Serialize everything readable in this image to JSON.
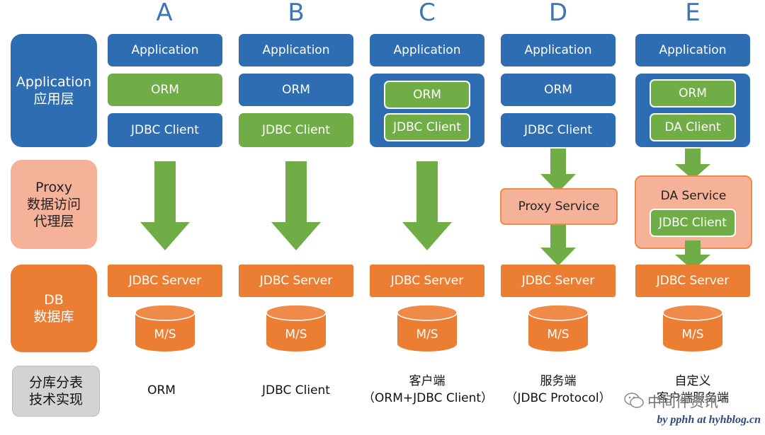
{
  "columns": [
    "A",
    "B",
    "C",
    "D",
    "E"
  ],
  "rows": {
    "application": {
      "line1": "Application",
      "line2": "应用层"
    },
    "proxy": {
      "line1": "Proxy",
      "line2": "数据访问",
      "line3": "代理层"
    },
    "db": {
      "line1": "DB",
      "line2": "数据库"
    },
    "impl": {
      "line1": "分库分表",
      "line2": "技术实现"
    }
  },
  "labels": {
    "application": "Application",
    "orm": "ORM",
    "jdbc_client": "JDBC Client",
    "da_client": "DA Client",
    "proxy_service": "Proxy Service",
    "da_service": "DA Service",
    "jdbc_server": "JDBC Server",
    "ms": "M/S"
  },
  "bottom": {
    "a": "ORM",
    "b": "JDBC Client",
    "c1": "客户端",
    "c2": "（ORM+JDBC Client）",
    "d1": "服务端",
    "d2": "（JDBC Protocol）",
    "e1": "自定义",
    "e2": "客户端服务端"
  },
  "watermark": {
    "wechat": "中间件资讯",
    "credit": "by pphh at hyhblog.cn"
  },
  "colors": {
    "blue": "#2f6db3",
    "green": "#71ad47",
    "orange": "#ec7e33",
    "salmon": "#f6b199",
    "header": "#3f73b8"
  }
}
